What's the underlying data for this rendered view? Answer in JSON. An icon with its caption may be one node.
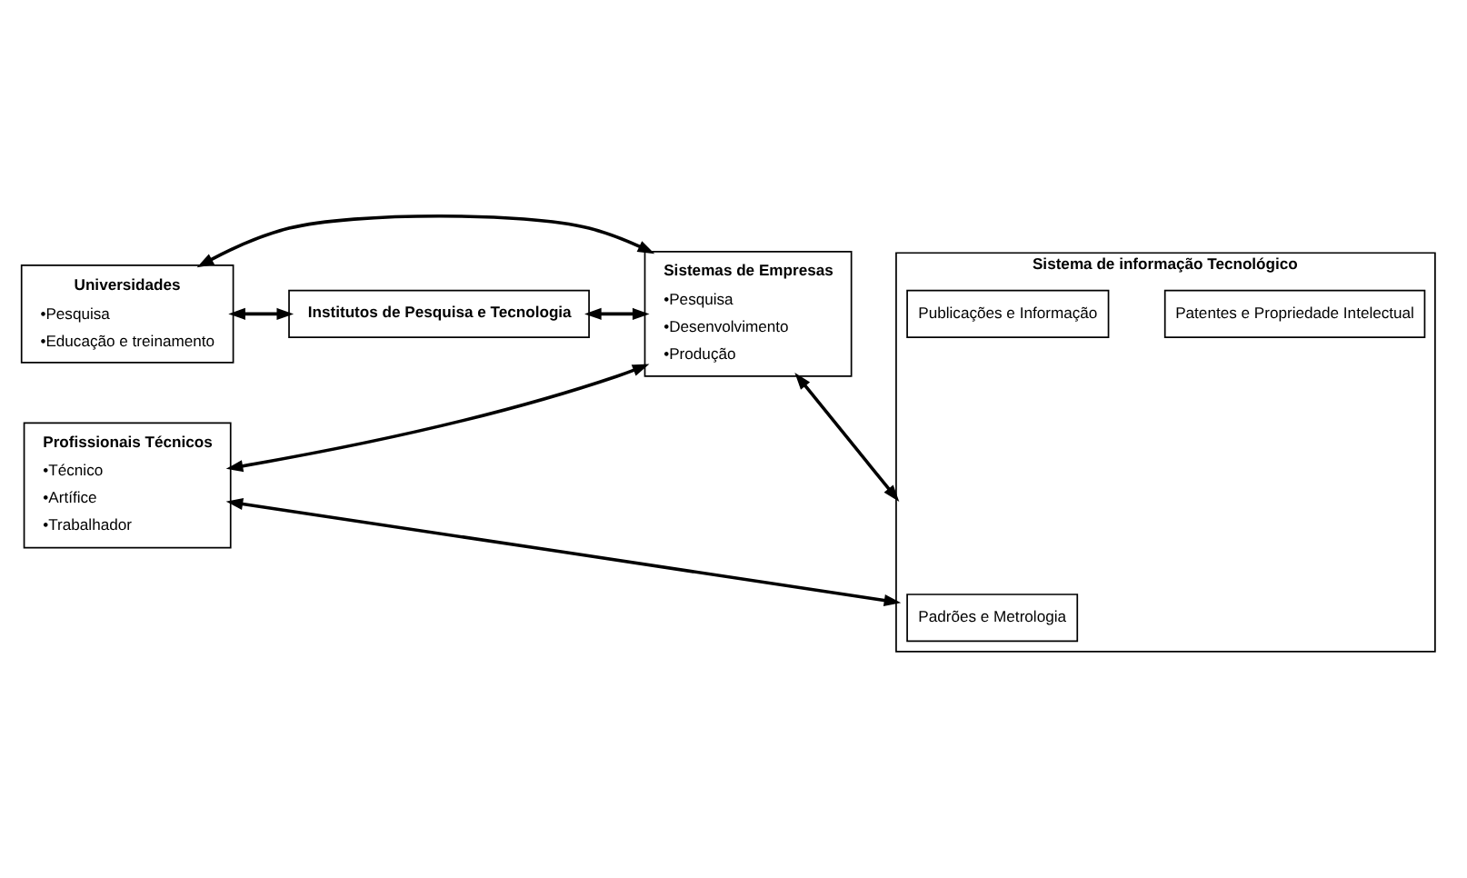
{
  "diagram": {
    "nodes": [
      {
        "text": [
          "Universidades",
          "•Pesquisa",
          "•Educação e treinamento"
        ]
      },
      {
        "text": [
          "Sistemas de Empresas",
          "•Pesquisa",
          "•Desenvolvimento",
          "•Produção"
        ]
      },
      {
        "text": [
          "Institutos de Pesquisa e Tecnologia"
        ]
      },
      {
        "text": [
          "Profissionais Técnicos",
          "•Técnico",
          "•Artífice",
          "•Trabalhador"
        ]
      },
      {
        "text": [
          "Sistema de informação Tecnológico"
        ]
      },
      {
        "text": [
          "Patentes e Propriedade Intelectual"
        ],
        "in": 4
      },
      {
        "text": [
          "Padrões e Metrologia"
        ],
        "in": 4
      },
      {
        "text": [
          "Publicações e Informação"
        ],
        "in": 4
      }
    ],
    "edges": [
      {
        "from": 0,
        "to": 1,
        "arrow": "both"
      },
      {
        "from": 0,
        "to": 2,
        "arrow": "both"
      },
      {
        "from": 2,
        "to": 1,
        "arrow": "both"
      },
      {
        "from": 3,
        "to": 1,
        "arrow": "both"
      },
      {
        "from": 3,
        "to": 4,
        "arrow": "both"
      },
      {
        "from": 1,
        "to": 4,
        "arrow": "both"
      }
    ]
  }
}
